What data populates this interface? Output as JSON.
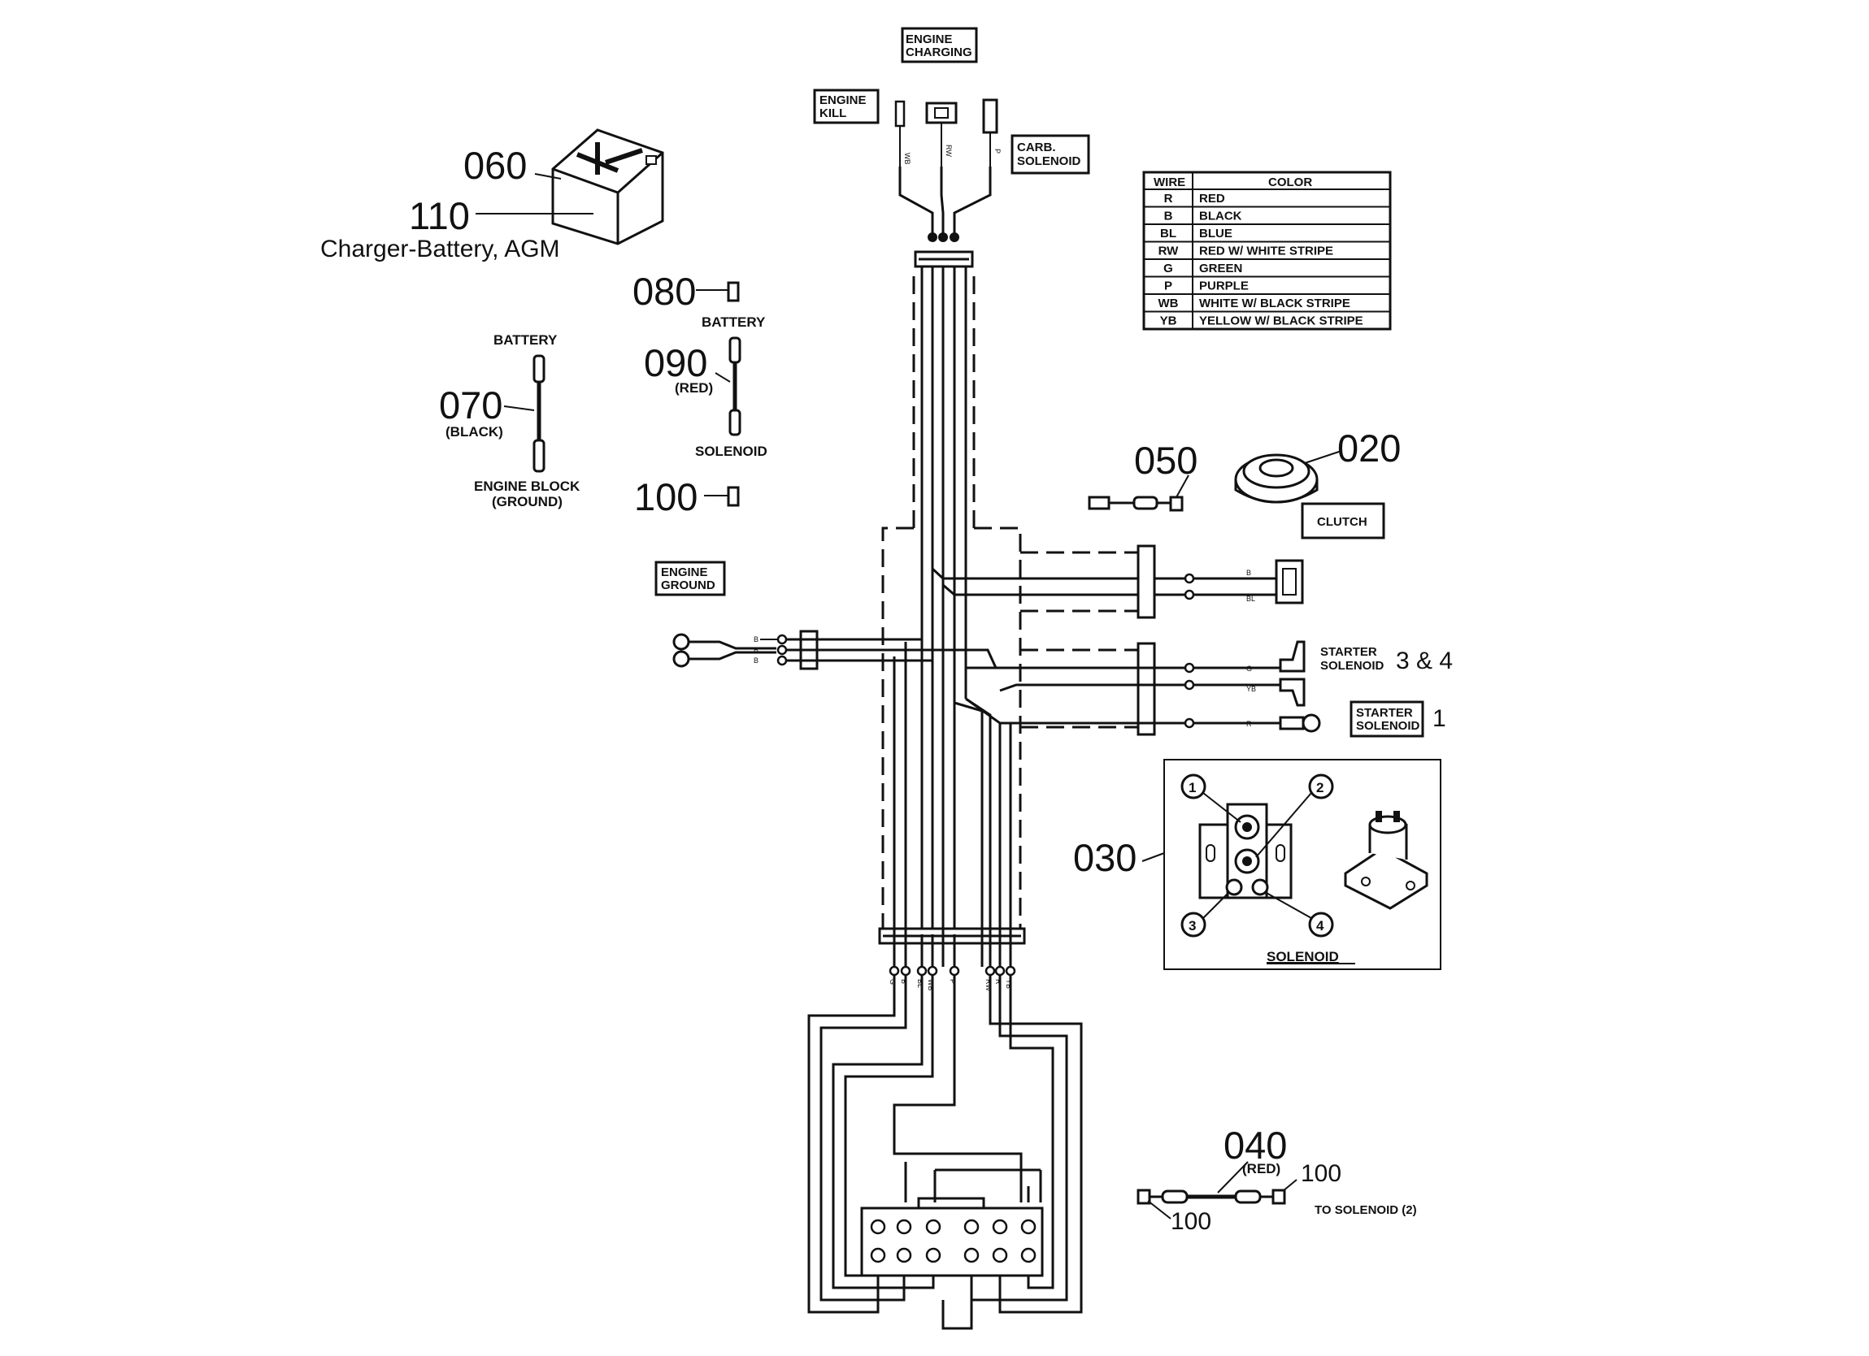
{
  "callouts": {
    "c060": "060",
    "c110": "110",
    "c110_desc": "Charger-Battery, AGM",
    "c080": "080",
    "c090": "090",
    "c070": "070",
    "c100a": "100",
    "c050": "050",
    "c020": "020",
    "c030": "030",
    "c040": "040",
    "c100b": "100",
    "c100c": "100"
  },
  "labels": {
    "engine_charging_1": "ENGINE",
    "engine_charging_2": "CHARGING",
    "engine_kill_1": "ENGINE",
    "engine_kill_2": "KILL",
    "carb_1": "CARB.",
    "carb_2": "SOLENOID",
    "battery_080": "BATTERY",
    "battery_070": "BATTERY",
    "red_090": "(RED)",
    "solenoid_090": "SOLENOID",
    "black_070": "(BLACK)",
    "engine_block_1": "ENGINE BLOCK",
    "engine_block_2": "(GROUND)",
    "clutch": "CLUTCH",
    "engine_ground_1": "ENGINE",
    "engine_ground_2": "GROUND",
    "starter_sol_a_1": "STARTER",
    "starter_sol_a_2": "SOLENOID",
    "starter_sol_a_num": "3 & 4",
    "starter_sol_b_1": "STARTER",
    "starter_sol_b_2": "SOLENOID",
    "starter_sol_b_num": "1",
    "solenoid_title": "SOLENOID",
    "red_040": "(RED)",
    "to_solenoid": "TO SOLENOID (2)",
    "term_1": "1",
    "term_2": "2",
    "term_3": "3",
    "term_4": "4"
  },
  "wire_codes": {
    "top": [
      "WB",
      "RW",
      "P"
    ],
    "clutch": [
      "B",
      "BL"
    ],
    "starter": [
      "G",
      "YB",
      "R"
    ],
    "ground": [
      "B",
      "B",
      "B"
    ],
    "bottom": [
      "G",
      "B",
      "BL",
      "WB",
      "P",
      "RW",
      "R",
      "YB"
    ]
  },
  "legend": {
    "headers": [
      "WIRE",
      "COLOR"
    ],
    "rows": [
      {
        "wire": "R",
        "color": "RED"
      },
      {
        "wire": "B",
        "color": "BLACK"
      },
      {
        "wire": "BL",
        "color": "BLUE"
      },
      {
        "wire": "RW",
        "color": "RED W/ WHITE STRIPE"
      },
      {
        "wire": "G",
        "color": "GREEN"
      },
      {
        "wire": "P",
        "color": "PURPLE"
      },
      {
        "wire": "WB",
        "color": "WHITE W/ BLACK STRIPE"
      },
      {
        "wire": "YB",
        "color": "YELLOW W/ BLACK STRIPE"
      }
    ]
  }
}
